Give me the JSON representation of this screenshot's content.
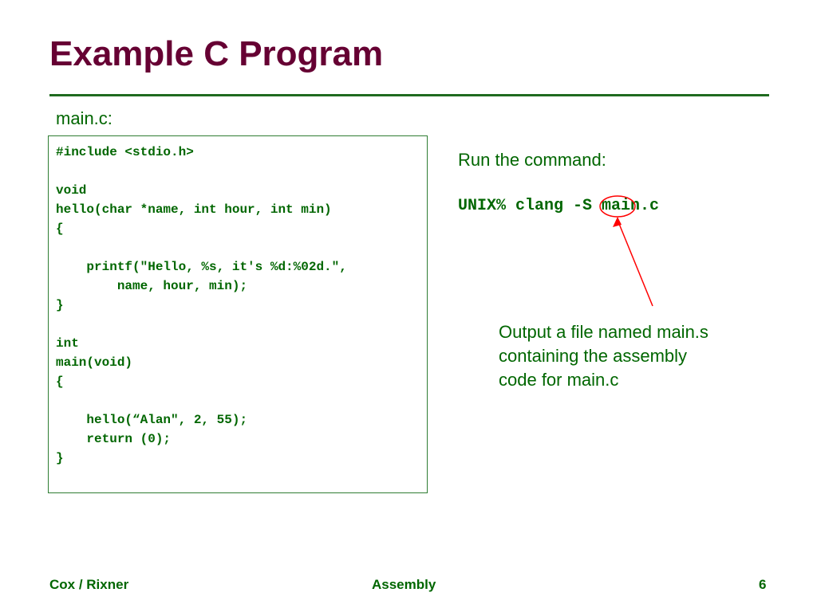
{
  "title": "Example C Program",
  "filename_label": "main.c:",
  "code": "#include <stdio.h>\n\nvoid\nhello(char *name, int hour, int min)\n{\n\n    printf(\"Hello, %s, it's %d:%02d.\",\n        name, hour, min);\n}\n\nint\nmain(void)\n{\n\n    hello(“Alan\", 2, 55);\n    return (0);\n}",
  "command": {
    "label": "Run the command:",
    "prefix": "UNIX% clang ",
    "flag": "-S",
    "suffix": " main.c"
  },
  "annotation": {
    "line1": "Output a file named main.s",
    "line2": "containing the assembly",
    "line3": "code for main.c"
  },
  "footer": {
    "left": "Cox / Rixner",
    "center": "Assembly",
    "page": "6"
  },
  "colors": {
    "title": "#660033",
    "text": "#006600",
    "rule": "#1f6b1f",
    "arrow": "#ff0000"
  }
}
